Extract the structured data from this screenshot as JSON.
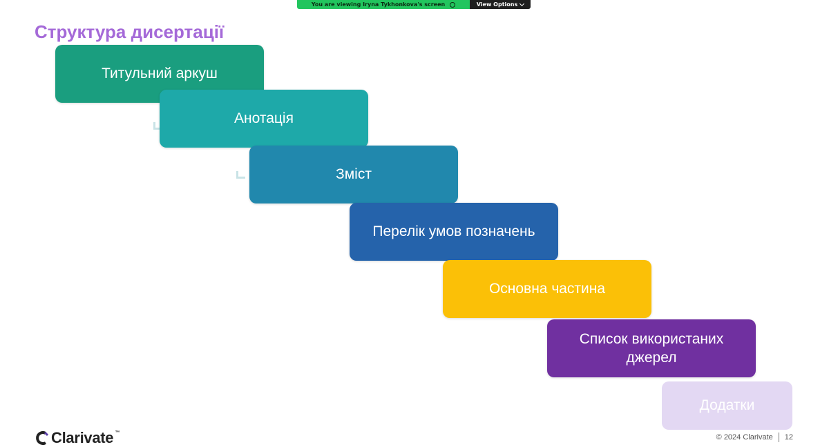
{
  "zoom_banner": {
    "viewing_text": "You are viewing  Iryna Tykhonkova's screen",
    "options_label": "View Options"
  },
  "slide": {
    "title": "Структура дисертації",
    "steps": [
      {
        "label": "Титульний аркуш",
        "color": "#1a9e7f"
      },
      {
        "label": "Анотація",
        "color": "#1ea9a9"
      },
      {
        "label": "Зміст",
        "color": "#2188ad"
      },
      {
        "label": "Перелік умов позначень",
        "color": "#2563ab"
      },
      {
        "label": "Основна частина",
        "color": "#fbc007"
      },
      {
        "label": "Список використаних джерел",
        "color": "#7030a0"
      },
      {
        "label": "Додатки",
        "color": "#e3d8f3"
      }
    ]
  },
  "footer": {
    "logo_text": "Clarivate",
    "trademark": "™",
    "copyright": "© 2024 Clarivate",
    "page_number": "12"
  }
}
